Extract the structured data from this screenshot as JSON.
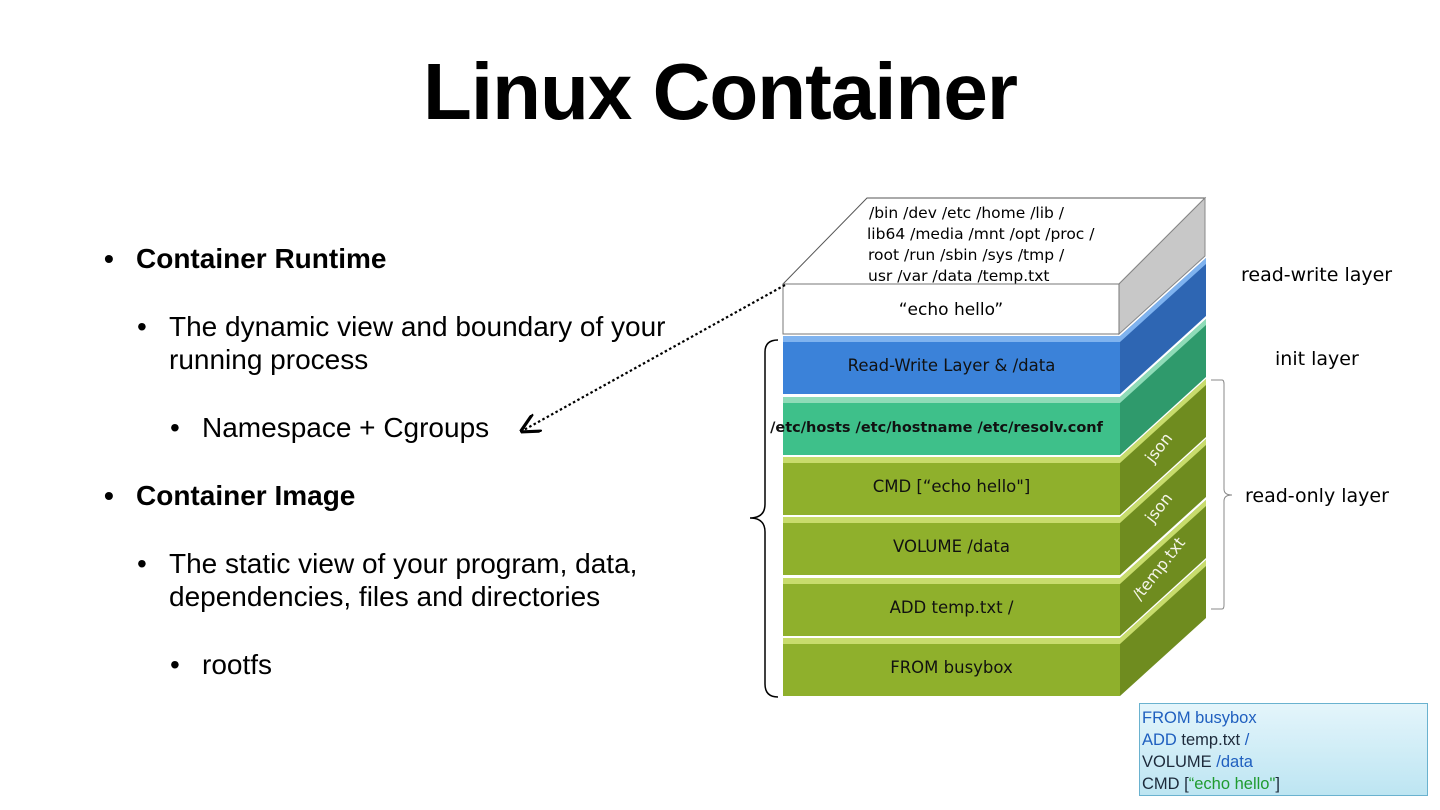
{
  "title": "Linux Container",
  "bullets": [
    {
      "text": "Container Runtime",
      "level": 1,
      "bold": true
    },
    {
      "text": "The dynamic view and boundary of your",
      "level": 2
    },
    {
      "text": "running process",
      "level": 2,
      "continuation": true
    },
    {
      "text": "Namespace + Cgroups",
      "level": 3
    },
    {
      "text": "Container Image",
      "level": 1,
      "bold": true
    },
    {
      "text": "The static view of your program, data,",
      "level": 2
    },
    {
      "text": "dependencies, files and directories",
      "level": 2,
      "continuation": true
    },
    {
      "text": "rootfs",
      "level": 3
    }
  ],
  "bullet_glyph": "•",
  "diagram": {
    "rootfs_lines": [
      "/bin  /dev  /etc  /home  /lib  /",
      "lib64 /media  /mnt  /opt  /proc  /",
      "root  /run  /sbin  /sys  /tmp  /",
      "usr  /var /data /temp.txt"
    ],
    "container_layer": "“echo hello”",
    "layers": [
      {
        "label": "Read-Write Layer & /data",
        "color": "#3b82d9",
        "side": "#2e66b3",
        "top": "#7fb3ef"
      },
      {
        "label": "/etc/hosts /etc/hostname /etc/resolv.conf",
        "bold": true,
        "color": "#3ec08a",
        "side": "#2f9a6c",
        "top": "#8fdcb8"
      },
      {
        "label": "CMD [“echo hello\"]",
        "side_text": "json",
        "color": "#8fb02c",
        "side": "#6f8c1f",
        "top": "#c8dc6c"
      },
      {
        "label": "VOLUME /data",
        "side_text": "json",
        "color": "#8fb02c",
        "side": "#6f8c1f",
        "top": "#c8dc6c"
      },
      {
        "label": "ADD temp.txt /",
        "side_text": "/temp.txt",
        "color": "#8fb02c",
        "side": "#6f8c1f",
        "top": "#c8dc6c"
      },
      {
        "label": "FROM busybox",
        "color": "#8fb02c",
        "side": "#6f8c1f",
        "top": "#c8dc6c"
      }
    ],
    "labels": {
      "read_write": "read-write layer",
      "init": "init layer",
      "read_only": "read-only layer"
    }
  },
  "dockerfile": [
    [
      {
        "t": "FROM busybox",
        "c": "blue"
      }
    ],
    [
      {
        "t": "ADD ",
        "c": "blue"
      },
      {
        "t": "temp.txt",
        "c": "dark"
      },
      {
        "t": " /",
        "c": "blue"
      }
    ],
    [
      {
        "t": "VOLUME ",
        "c": "dark"
      },
      {
        "t": "/data",
        "c": "blue"
      }
    ],
    [
      {
        "t": "CMD [",
        "c": "dark"
      },
      {
        "t": "“echo hello\"",
        "c": "green"
      },
      {
        "t": "]",
        "c": "dark"
      }
    ]
  ]
}
